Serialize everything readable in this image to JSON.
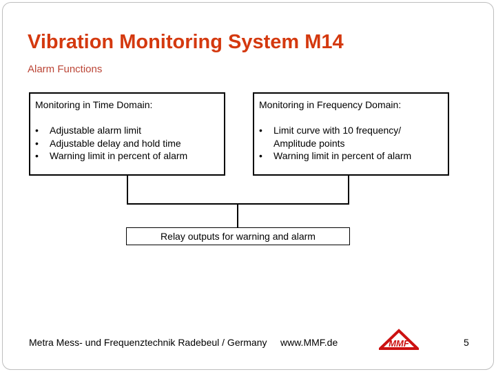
{
  "slide": {
    "title": "Vibration Monitoring System M14",
    "subtitle": "Alarm Functions",
    "page_number": "5"
  },
  "colors": {
    "title_red": "#d4390f",
    "subtitle_red": "#bb4536",
    "logo_red": "#cc1111"
  },
  "glyphs": {
    "bullet": "•"
  },
  "diagram": {
    "time_domain": {
      "title": "Monitoring in Time Domain:",
      "bullets": [
        "Adjustable alarm limit",
        "Adjustable delay and hold time",
        "Warning limit in percent of alarm"
      ]
    },
    "frequency_domain": {
      "title": "Monitoring in Frequency Domain:",
      "bullets": [
        "Limit curve with 10 frequency/\nAmplitude points",
        "Warning limit in percent of alarm"
      ]
    },
    "relay": {
      "label": "Relay outputs for warning and alarm"
    }
  },
  "footer": {
    "company": "Metra Mess- und Frequenztechnik Radebeul / Germany",
    "website": "www.MMF.de",
    "logo_text": "MMF"
  }
}
